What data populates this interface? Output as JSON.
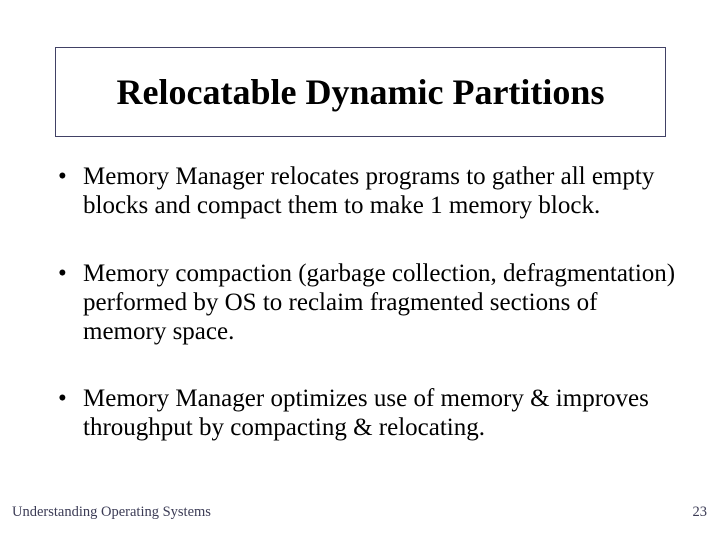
{
  "slide": {
    "title": "Relocatable Dynamic Partitions",
    "bullet_char": "•",
    "bullets": [
      {
        "lines": [
          "Memory Manager relocates programs to gather all empty",
          "blocks and compact them to make 1 memory block."
        ]
      },
      {
        "lines": [
          "Memory compaction (garbage collection, defragmentation)",
          "performed by OS to reclaim fragmented sections of",
          "memory space."
        ]
      },
      {
        "lines": [
          "Memory Manager optimizes use of memory & improves",
          "throughput by compacting & relocating."
        ]
      }
    ],
    "footer": {
      "left": "Understanding Operating Systems",
      "page_number": "23"
    },
    "colors": {
      "background": "#ffffff",
      "text": "#000000",
      "title_box_border": "#414165",
      "footer_text": "#3b3b55"
    }
  }
}
